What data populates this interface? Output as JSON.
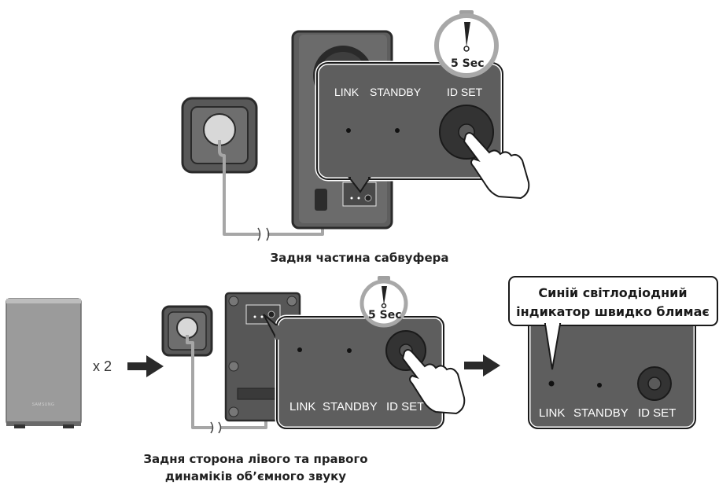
{
  "top_panel": {
    "labels": {
      "link": "LINK",
      "standby": "STANDBY",
      "id_set": "ID SET"
    },
    "timer_text": "5 Sec",
    "caption": "Задня частина сабвуфера"
  },
  "bottom_panel": {
    "multiplier": "x 2",
    "brand": "SAMSUNG",
    "labels": {
      "link": "LINK",
      "standby": "STANDBY",
      "id_set": "ID SET"
    },
    "timer_text": "5 Sec",
    "caption_line1": "Задня сторона лівого та правого",
    "caption_line2": "динаміків об’ємного звуку"
  },
  "result_panel": {
    "callout_line1": "Синій світлодіодний",
    "callout_line2": "індикатор швидко блимає",
    "labels": {
      "link": "LINK",
      "standby": "STANDBY",
      "id_set": "ID SET"
    }
  }
}
